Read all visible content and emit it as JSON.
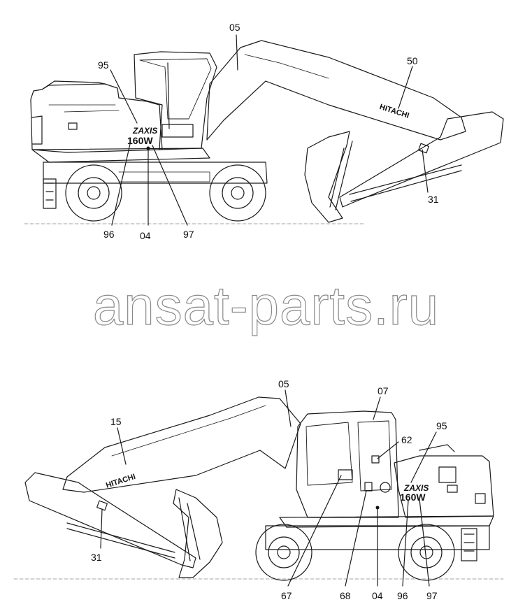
{
  "watermark": "ansat-parts.ru",
  "top_view": {
    "brand": "HITACHI",
    "model_line1": "ZAXIS",
    "model_line2": "160W",
    "callouts": {
      "c95": "95",
      "c05": "05",
      "c50": "50",
      "c31": "31",
      "c96": "96",
      "c04": "04",
      "c97": "97"
    }
  },
  "bottom_view": {
    "brand": "HITACHI",
    "model_line1": "ZAXIS",
    "model_line2": "160W",
    "callouts": {
      "c05": "05",
      "c07": "07",
      "c95": "95",
      "c15": "15",
      "c62": "62",
      "c31": "31",
      "c67": "67",
      "c68": "68",
      "c04": "04",
      "c96": "96",
      "c97": "97"
    }
  }
}
